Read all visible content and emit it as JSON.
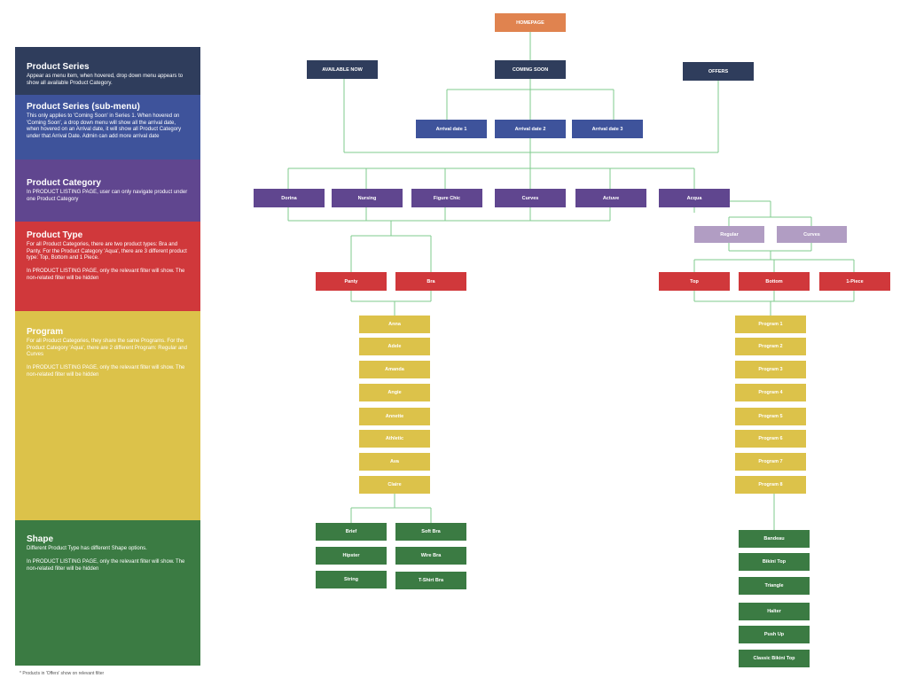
{
  "colors": {
    "navy": "#2f3d5c",
    "blue": "#3e539b",
    "purple": "#60468f",
    "red": "#d0383b",
    "yellow": "#dcc24a",
    "green": "#3b7b43",
    "lavender": "#b19dc3",
    "orange": "#e0834f",
    "line": "#7fcb8d"
  },
  "legend": [
    {
      "title": "Product Series",
      "text": "Appear as menu item, when hovered, drop down menu appears to show all available Product Category."
    },
    {
      "title": "Product Series (sub-menu)",
      "text": "This only applies to 'Coming Soon' in Series 1. When hovered on 'Coming Soon', a drop down menu will show all the arrival date, when hovered on an Arrival date, it will show all Product Category under that Arrival Date. Admin can add more arrival date"
    },
    {
      "title": "Product Category",
      "text": "In PRODUCT LISTING PAGE, user can only navigate product under one Product Category"
    },
    {
      "title": "Product Type",
      "text": "For all Product Categories, there are two product types: Bra and Panty. For the Product Category 'Aqua', there are 3 different product type: Top, Bottom and 1 Piece.\n\nIn PRODUCT LISTING PAGE, only the relevant filter will show. The non-related filter will be hidden"
    },
    {
      "title": "Program",
      "text": "For all Product Categories, they share the same Programs. For the Product Category 'Aqua', there are 2 different Program: Regular and Curves\n\nIn PRODUCT LISTING PAGE, only the relevant filter will show. The non-related filter will be hidden"
    },
    {
      "title": "Shape",
      "text": "Different Product Type has different Shape options.\n\nIn PRODUCT LISTING PAGE, only the relevant filter will show. The non-related filter will be hidden"
    }
  ],
  "diagram": {
    "homepage": "HOMEPAGE",
    "series": [
      "AVAILABLE NOW",
      "COMING SOON",
      "OFFERS"
    ],
    "arrival_dates": [
      "Arrival date 1",
      "Arrival date 2",
      "Arrival date 3"
    ],
    "categories": [
      "Dorina",
      "Nursing",
      "Figure Chic",
      "Curves",
      "Actuve",
      "Acqua"
    ],
    "aqua_programs": [
      "Regular",
      "Curves"
    ],
    "types_main": [
      "Panty",
      "Bra"
    ],
    "types_aqua": [
      "Top",
      "Bottom",
      "1-Piece"
    ],
    "programs_main": [
      "Anna",
      "Adele",
      "Amanda",
      "Angie",
      "Annette",
      "Athletic",
      "Ava",
      "Claire"
    ],
    "programs_aqua": [
      "Program 1",
      "Program 2",
      "Program 3",
      "Program 4",
      "Program 5",
      "Program 6",
      "Program 7",
      "Program 8"
    ],
    "shapes_panty": [
      "Brief",
      "Hipster",
      "String"
    ],
    "shapes_bra": [
      "Soft Bra",
      "Wire Bra",
      "T-Shirt Bra"
    ],
    "shapes_aqua": [
      "Bandeau",
      "Bikini Top",
      "Triangle",
      "Halter",
      "Push Up",
      "Classic Bikini Top"
    ]
  },
  "footer": "* Products in 'Offers' show on relevant filter"
}
